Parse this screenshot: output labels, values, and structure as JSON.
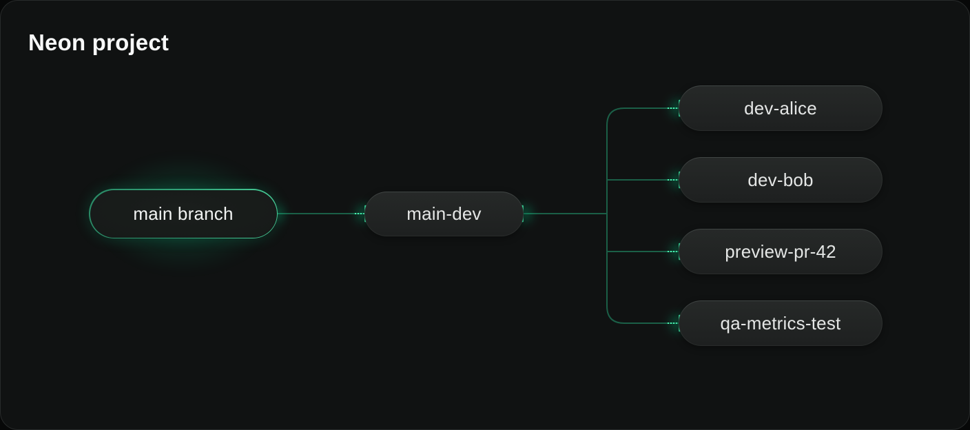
{
  "title": "Neon project",
  "diagram": {
    "root": {
      "label": "main branch"
    },
    "trunk": {
      "label": "main-dev"
    },
    "branches": [
      {
        "label": "dev-alice"
      },
      {
        "label": "dev-bob"
      },
      {
        "label": "preview-pr-42"
      },
      {
        "label": "qa-metrics-test"
      }
    ],
    "edges": [
      {
        "from": "main branch",
        "to": "main-dev"
      },
      {
        "from": "main-dev",
        "to": "dev-alice"
      },
      {
        "from": "main-dev",
        "to": "dev-bob"
      },
      {
        "from": "main-dev",
        "to": "preview-pr-42"
      },
      {
        "from": "main-dev",
        "to": "qa-metrics-test"
      }
    ]
  },
  "colors": {
    "accent": "#00e599",
    "connector": "#1b5f47",
    "panel_background": "#101212",
    "node_background": "#202222",
    "root_border": "#34a87c",
    "text": "#e4e6e5"
  }
}
